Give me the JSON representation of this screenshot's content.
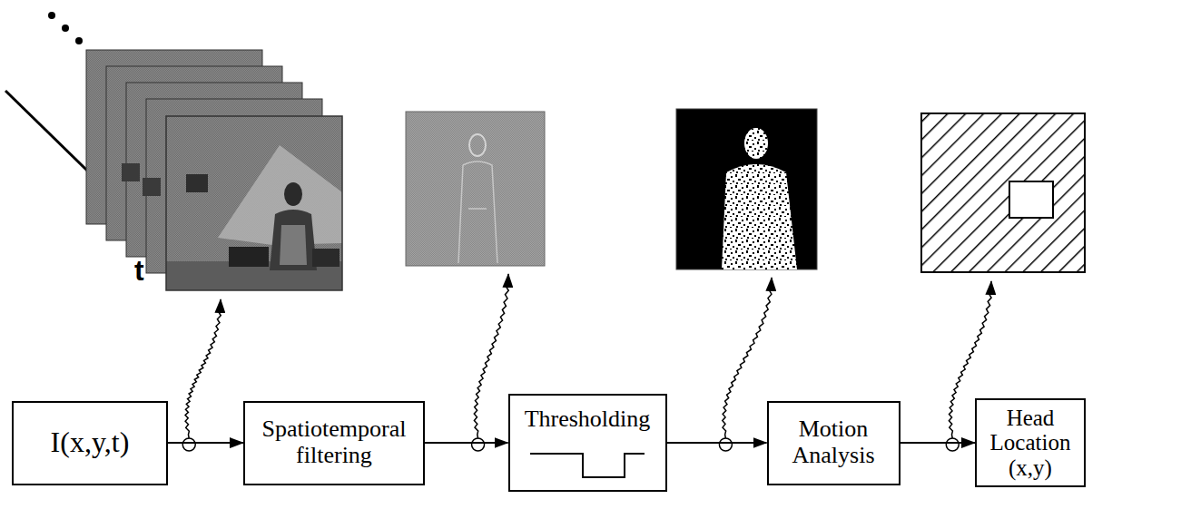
{
  "diagram": {
    "nodes": [
      {
        "text": [
          "I(x,y,t)"
        ]
      },
      {
        "text": [
          "Spatiotemporal filtering"
        ]
      },
      {
        "text": [
          "Thresholding"
        ]
      },
      {
        "text": [
          "Motion Analysis"
        ]
      },
      {
        "text": [
          "Head Location (x,y)"
        ]
      }
    ],
    "edges": [
      {
        "from": 0,
        "to": 1,
        "arrow": "to"
      },
      {
        "from": 1,
        "to": 2,
        "arrow": "to"
      },
      {
        "from": 2,
        "to": 3,
        "arrow": "to"
      },
      {
        "from": 3,
        "to": 4,
        "arrow": "to"
      }
    ],
    "labels": [
      "t"
    ]
  }
}
